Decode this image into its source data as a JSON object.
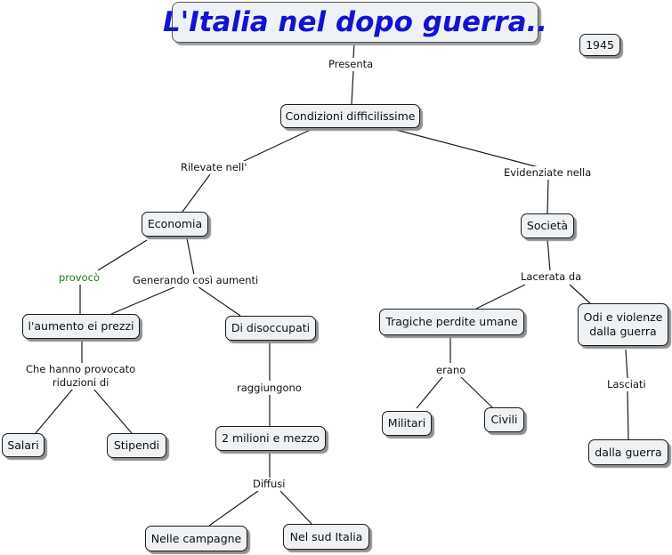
{
  "title": "L'Italia nel dopo guerra..",
  "nodes": {
    "year": "1945",
    "condizioni": "Condizioni difficilissime",
    "economia": "Economia",
    "societa": "Società",
    "aumento_prezzi": "l'aumento ei prezzi",
    "disoccupati": "Di disoccupati",
    "tragiche": "Tragiche perdite umane",
    "odi_line1": "Odi e violenze",
    "odi_line2": "dalla guerra",
    "salari": "Salari",
    "stipendi": "Stipendi",
    "milioni": "2 milioni e mezzo",
    "militari": "Militari",
    "civili": "Civili",
    "dalla_guerra": "dalla guerra",
    "campagne": "Nelle campagne",
    "sud": "Nel sud Italia"
  },
  "links": {
    "presenta": "Presenta",
    "rilevate": "Rilevate nell'",
    "evidenziate": "Evidenziate nella",
    "provoco": "provocò",
    "generando": "Generando così aumenti",
    "lacerata": "Lacerata da",
    "che_line1": "Che hanno provocato",
    "che_line2": "riduzioni di",
    "raggiungono": "raggiungono",
    "erano": "erano",
    "lasciati": "Lasciati",
    "diffusi": "Diffusi"
  },
  "colors": {
    "title_text": "#1212d6",
    "node_fill": "#eef2f5",
    "link_line": "#1c1c1c",
    "green_label": "#1e7d1e"
  }
}
